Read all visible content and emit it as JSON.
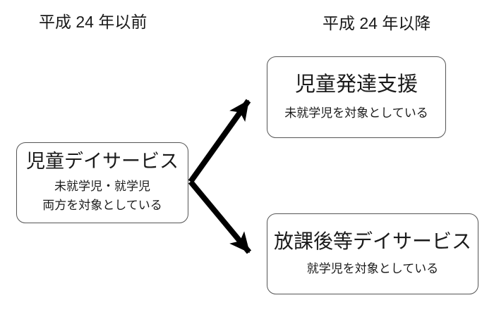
{
  "headers": {
    "left": "平成 24 年以前",
    "right": "平成 24 年以降"
  },
  "boxes": {
    "before": {
      "title": "児童デイサービス",
      "subtitle_line1": "未就学児・就学児",
      "subtitle_line2": "両方を対象としている"
    },
    "after_top": {
      "title": "児童発達支援",
      "subtitle": "未就学児を対象としている"
    },
    "after_bottom": {
      "title": "放課後等デイサービス",
      "subtitle": "就学児を対象としている"
    }
  },
  "colors": {
    "background": "#ffffff",
    "text": "#1a1a1a",
    "box_border": "#555555",
    "arrow": "#000000"
  }
}
